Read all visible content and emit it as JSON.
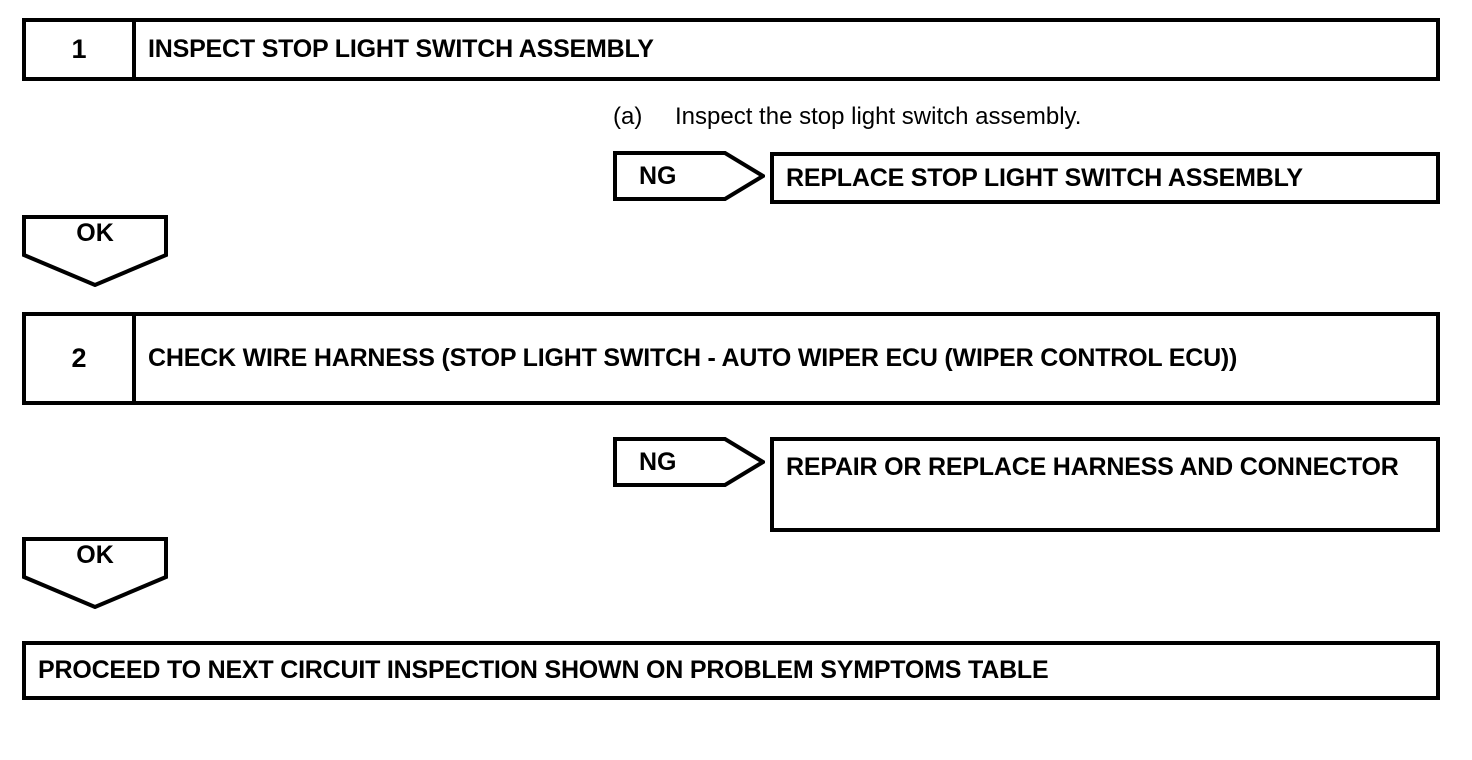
{
  "document": {
    "type": "troubleshooting-flowchart",
    "colors": {
      "ink": "#000000",
      "paper": "#ffffff"
    }
  },
  "steps": [
    {
      "number": "1",
      "title": "INSPECT STOP LIGHT SWITCH ASSEMBLY",
      "procedures": [
        {
          "marker": "(a)",
          "text": "Inspect the stop light switch assembly."
        }
      ],
      "ng": {
        "label": "NG",
        "result": "REPLACE STOP LIGHT SWITCH ASSEMBLY"
      },
      "ok": {
        "label": "OK"
      }
    },
    {
      "number": "2",
      "title": "CHECK WIRE HARNESS (STOP LIGHT SWITCH - AUTO WIPER ECU (WIPER CONTROL ECU))",
      "procedures": [],
      "ng": {
        "label": "NG",
        "result": "REPAIR OR REPLACE HARNESS AND CONNECTOR"
      },
      "ok": {
        "label": "OK"
      }
    }
  ],
  "final": {
    "text": "PROCEED TO NEXT CIRCUIT INSPECTION SHOWN ON PROBLEM SYMPTOMS TABLE"
  }
}
